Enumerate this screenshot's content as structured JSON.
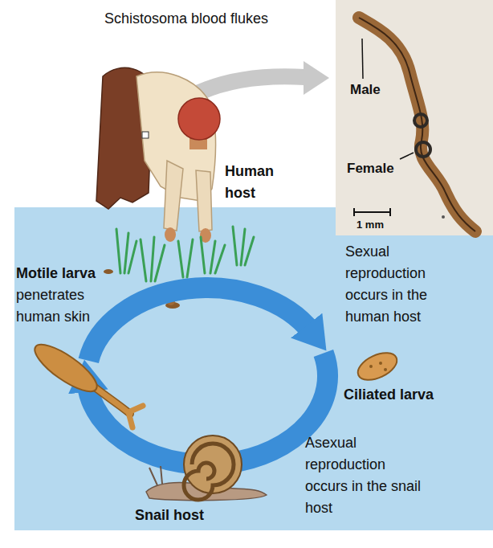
{
  "diagram": {
    "title": "Schistosoma blood flukes",
    "labels": [
      "Male",
      "Female",
      "1 mm",
      "Human host",
      "Motile larva",
      "penetrates human skin",
      "Sexual reproduction occurs in the human host",
      "Ciliated larva",
      "Asexual reproduction occurs in the snail host",
      "Snail host"
    ]
  }
}
